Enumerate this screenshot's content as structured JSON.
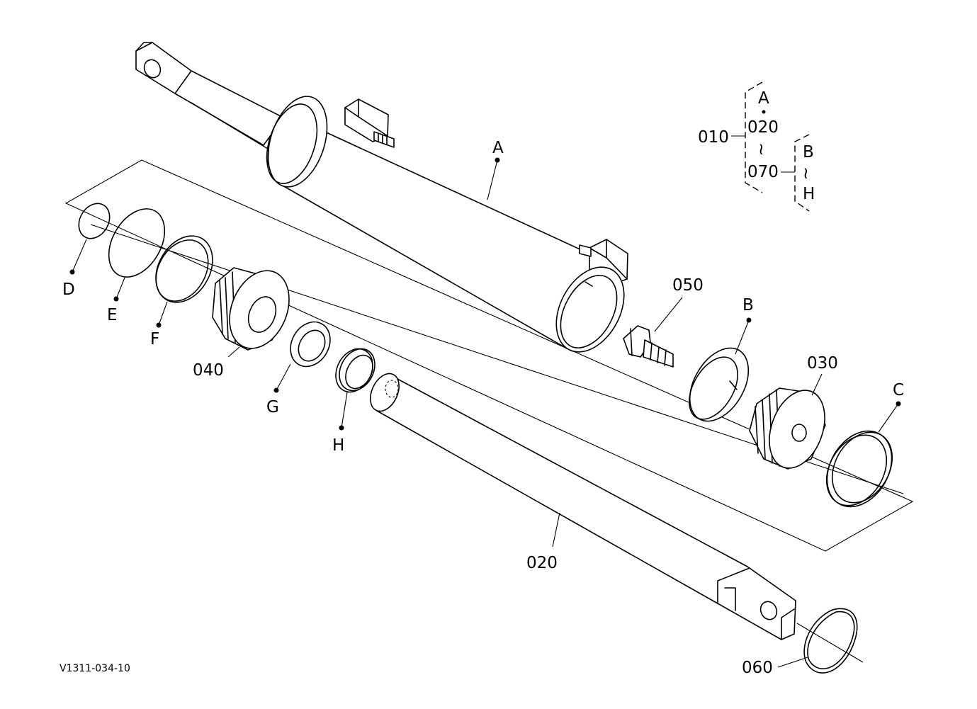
{
  "labels": {
    "A": "A",
    "B": "B",
    "C": "C",
    "D": "D",
    "E": "E",
    "F": "F",
    "G": "G",
    "H": "H",
    "p020": "020",
    "p030": "030",
    "p040": "040",
    "p050": "050",
    "p060": "060"
  },
  "legend": {
    "p010": "010",
    "A": "A",
    "p020": "020",
    "tilde1": "≀",
    "p070": "070",
    "B": "B",
    "tilde2": "≀",
    "H": "H"
  },
  "reference_code": "V1311-034-10"
}
